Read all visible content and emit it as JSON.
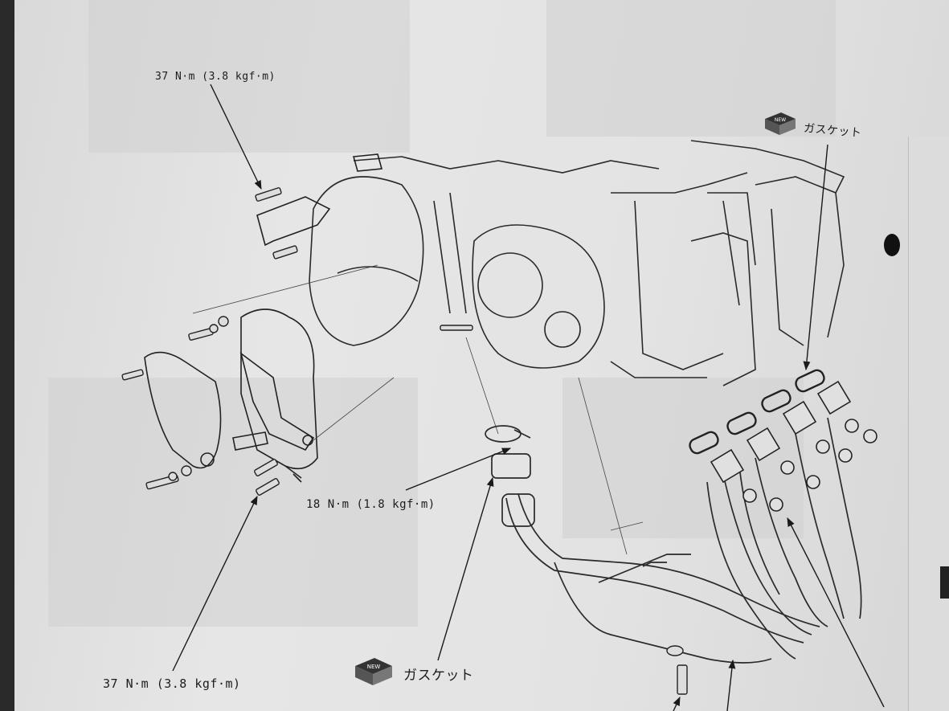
{
  "callouts": {
    "torque_upper_left": "37 N·m (3.8 kgf·m)",
    "torque_lower_left": "37 N·m (3.8 kgf·m)",
    "torque_clamp": "18 N·m (1.8 kgf·m)",
    "gasket_top_right": "ガスケット",
    "gasket_bottom": "ガスケット",
    "new_badge": "NEW"
  }
}
